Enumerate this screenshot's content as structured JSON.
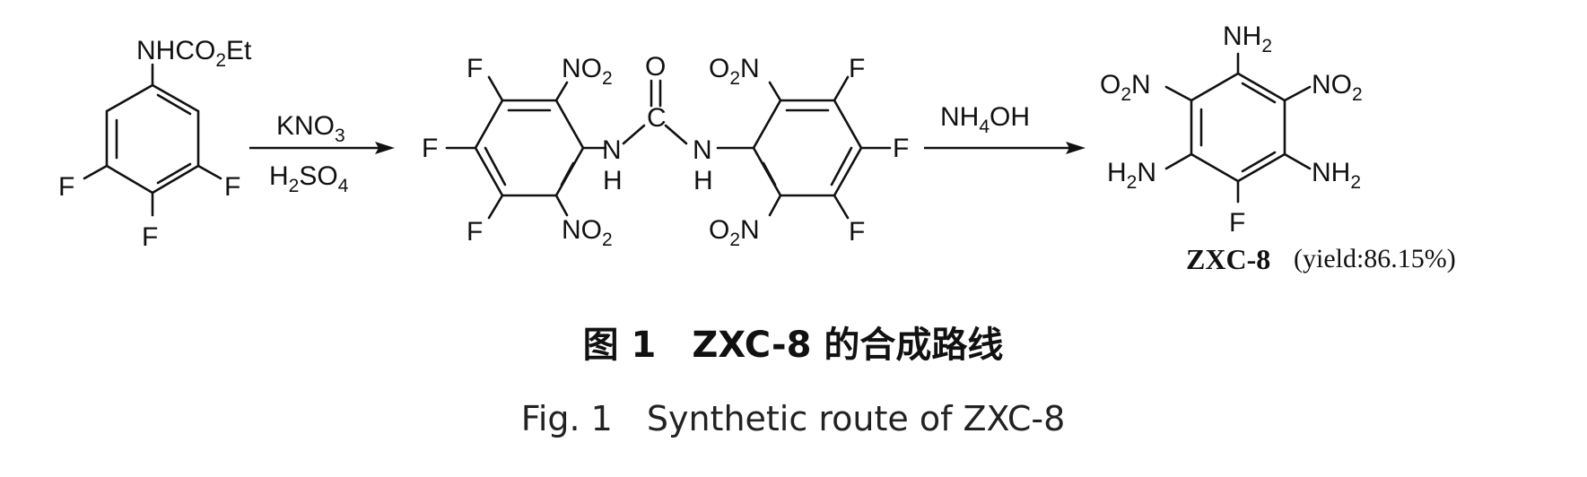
{
  "scheme": {
    "starting_material": {
      "top_group": {
        "a": "NHCO",
        "b": "2",
        "c": "Et"
      },
      "f_left": "F",
      "f_bottom": "F",
      "f_right": "F"
    },
    "step1": {
      "reagent_top": {
        "a": "KNO",
        "b": "3"
      },
      "reagent_bottom": {
        "a": "H",
        "b": "2",
        "c": "SO",
        "d": "4"
      }
    },
    "intermediate": {
      "carbonyl_o": "O",
      "carbonyl_c": "C",
      "nh_left": {
        "n": "N",
        "h": "H"
      },
      "nh_right": {
        "n": "N",
        "h": "H"
      },
      "left_ring": {
        "f_top": "F",
        "f_left": "F",
        "f_bottom": "F",
        "no2_top": {
          "a": "NO",
          "b": "2"
        },
        "no2_bottom": {
          "a": "NO",
          "b": "2"
        }
      },
      "right_ring": {
        "f_top": "F",
        "f_right": "F",
        "f_bottom": "F",
        "no2_top": {
          "a": "O",
          "b": "2",
          "c": "N"
        },
        "no2_bottom": {
          "a": "O",
          "b": "2",
          "c": "N"
        }
      }
    },
    "step2": {
      "reagent_top": {
        "a": "NH",
        "b": "4",
        "c": "OH"
      }
    },
    "product": {
      "nh2_top": {
        "a": "NH",
        "b": "2"
      },
      "no2_left": {
        "a": "O",
        "b": "2",
        "c": "N"
      },
      "no2_right": {
        "a": "NO",
        "b": "2"
      },
      "nh2_left": {
        "a": "H",
        "b": "2",
        "c": "N"
      },
      "nh2_right": {
        "a": "NH",
        "b": "2"
      },
      "f_bottom": "F",
      "name": "ZXC-8",
      "yield": "(yield:86.15%)"
    }
  },
  "caption": {
    "cn": "图 1　ZXC-8 的合成路线",
    "en": "Fig. 1　Synthetic route of ZXC-8"
  }
}
